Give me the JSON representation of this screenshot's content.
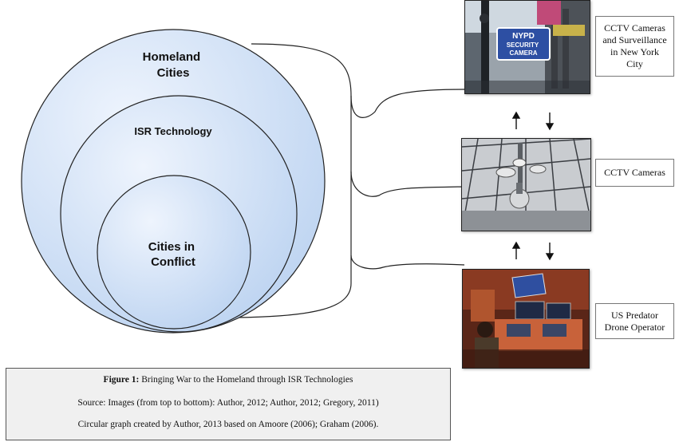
{
  "circles": {
    "outer_label": "Homeland\nCities",
    "middle_label": "ISR Technology",
    "inner_label": "Cities in\nConflict"
  },
  "photos": [
    {
      "subject": "nypd-security-camera-sign",
      "sign_top": "NYPD",
      "sign_bottom": "SECURITY\nCAMERA"
    },
    {
      "subject": "ceiling-cctv-cameras"
    },
    {
      "subject": "drone-operator-console"
    }
  ],
  "photo_labels": [
    "CCTV Cameras\nand Surveillance\nin New York\nCity",
    "CCTV Cameras",
    "US Predator\nDrone Operator"
  ],
  "arrows": [
    "up",
    "down",
    "up",
    "down"
  ],
  "caption": {
    "figure_label": "Figure 1:",
    "title": "Bringing War to the Homeland through ISR Technologies",
    "source": "Source: Images (from top to bottom): Author, 2012; Author, 2012; Gregory, 2011)",
    "credit": "Circular graph created by Author, 2013 based on Amoore (2006); Graham (2006)."
  },
  "colors": {
    "circle_fill_light": "#eef4fd",
    "circle_fill_dark": "#b9d1f0",
    "circle_stroke": "#222222"
  }
}
